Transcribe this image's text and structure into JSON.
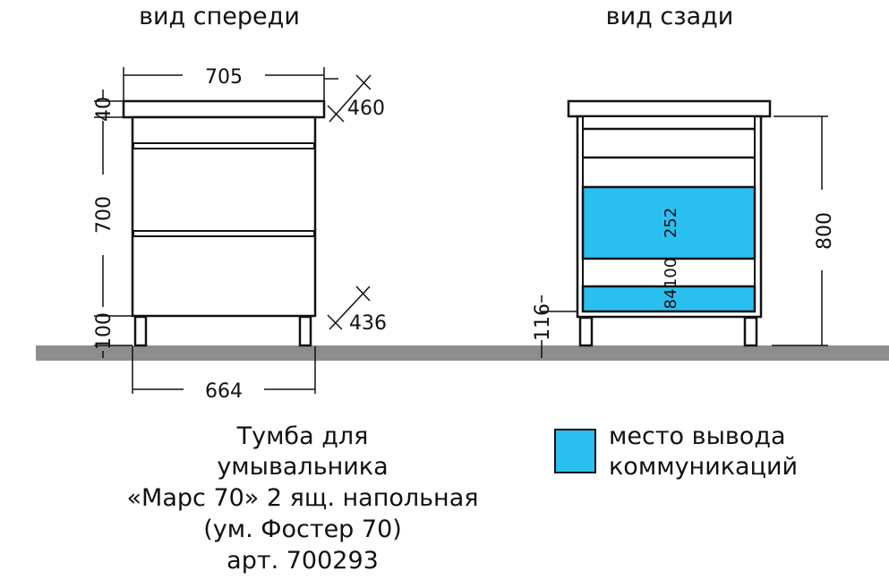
{
  "colors": {
    "communication": "#2bbff0",
    "floor": "#8d8d8d",
    "line": "#111111"
  },
  "front_view": {
    "title": "вид спереди",
    "dims": {
      "width_top": "705",
      "depth_top": "460",
      "top_thickness": "40",
      "body_height": "700",
      "leg_height": "100",
      "width_body": "664",
      "depth_body": "436"
    }
  },
  "back_view": {
    "title": "вид сзади",
    "dims": {
      "total_height": "800",
      "zone_upper": "252",
      "gap": "100",
      "zone_lower": "84",
      "floor_to_zone": "116"
    }
  },
  "legend": {
    "line1": "место вывода",
    "line2": "коммуникаций"
  },
  "caption": {
    "lines": [
      "Тумба для",
      "умывальника",
      "«Марс 70» 2 ящ. напольная",
      "(ум. Фостер 70)",
      "арт. 700293"
    ]
  }
}
